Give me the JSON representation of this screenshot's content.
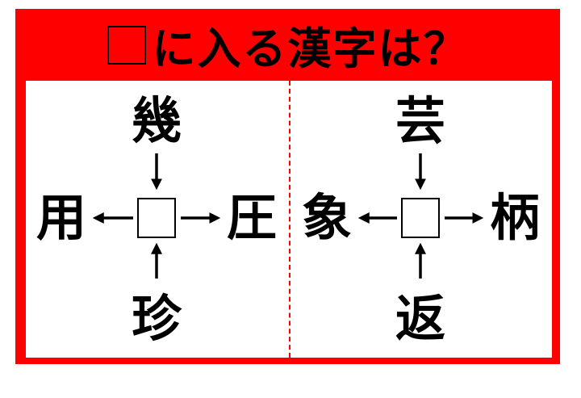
{
  "title": {
    "text": "に入る漢字は？",
    "blank_icon": "empty-square"
  },
  "colors": {
    "frame": "#ff0000",
    "panel": "#ffffff",
    "text": "#000000"
  },
  "puzzles": [
    {
      "top": "幾",
      "left": "用",
      "right": "圧",
      "bottom": "珍"
    },
    {
      "top": "芸",
      "left": "象",
      "right": "柄",
      "bottom": "返"
    }
  ]
}
